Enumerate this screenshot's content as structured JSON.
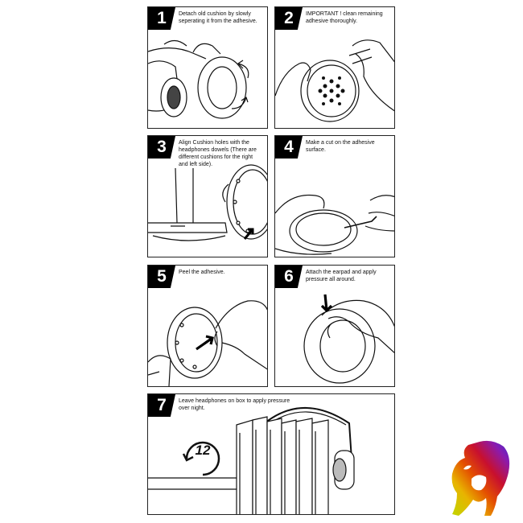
{
  "steps": [
    {
      "number": "1",
      "text": "Detach old cushion by slowly seperating it from the adhesive."
    },
    {
      "number": "2",
      "text": "IMPORTANT ! clean remaining adhesive thoroughly."
    },
    {
      "number": "3",
      "text": "Align Cushion holes with the headphones dowels (There are different cushions for the right and left side)."
    },
    {
      "number": "4",
      "text": "Make a cut on the adhesive surface."
    },
    {
      "number": "5",
      "text": "Peel the adhesive."
    },
    {
      "number": "6",
      "text": "Attach the earpad and apply pressure all around."
    },
    {
      "number": "7",
      "text": "Leave headphones on box to apply pressure over night."
    }
  ],
  "clock_label": "12",
  "colors": {
    "ink": "#111111",
    "badge": "#000000",
    "logo": [
      "#c0d600",
      "#e8b400",
      "#e45000",
      "#c8102e",
      "#8a1bb0",
      "#3b2fd0"
    ]
  },
  "icons": [
    "arrow-icon",
    "clock-icon",
    "brand-logo-icon"
  ]
}
